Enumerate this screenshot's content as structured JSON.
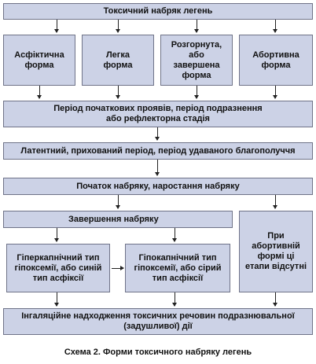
{
  "diagram": {
    "title": "Токсичний набряк легень",
    "forms": [
      "Асфіктична\nформа",
      "Легка\nформа",
      "Розгорнута,\nабо\nзавершена\nформа",
      "Абортивна\nформа"
    ],
    "period_initial": "Період початкових проявів, період подразнення\nабо рефлекторна стадія",
    "period_latent": "Латентний, прихований період, період удаваного благополуччя",
    "edema_onset": "Початок набряку, наростання набряку",
    "edema_completion": "Завершення набряку",
    "abortive_note": "При\nабортивній\nформі ці\nетапи відсутні",
    "hypercapnic": "Гіперкапнічний тип\nгіпоксемії, або синій\nтип асфіксії",
    "hypocapnic": "Гіпокапнічний тип\nгіпоксемії, або сірий\nтип асфіксії",
    "inhalation": "Інгаляційне надходження токсичних речовин подразнювальної\n(задушливої) дії",
    "caption": "Схема 2. Форми токсичного набряку легень"
  },
  "colors": {
    "box_fill": "#ccd2e6",
    "box_border": "#6f7388"
  }
}
